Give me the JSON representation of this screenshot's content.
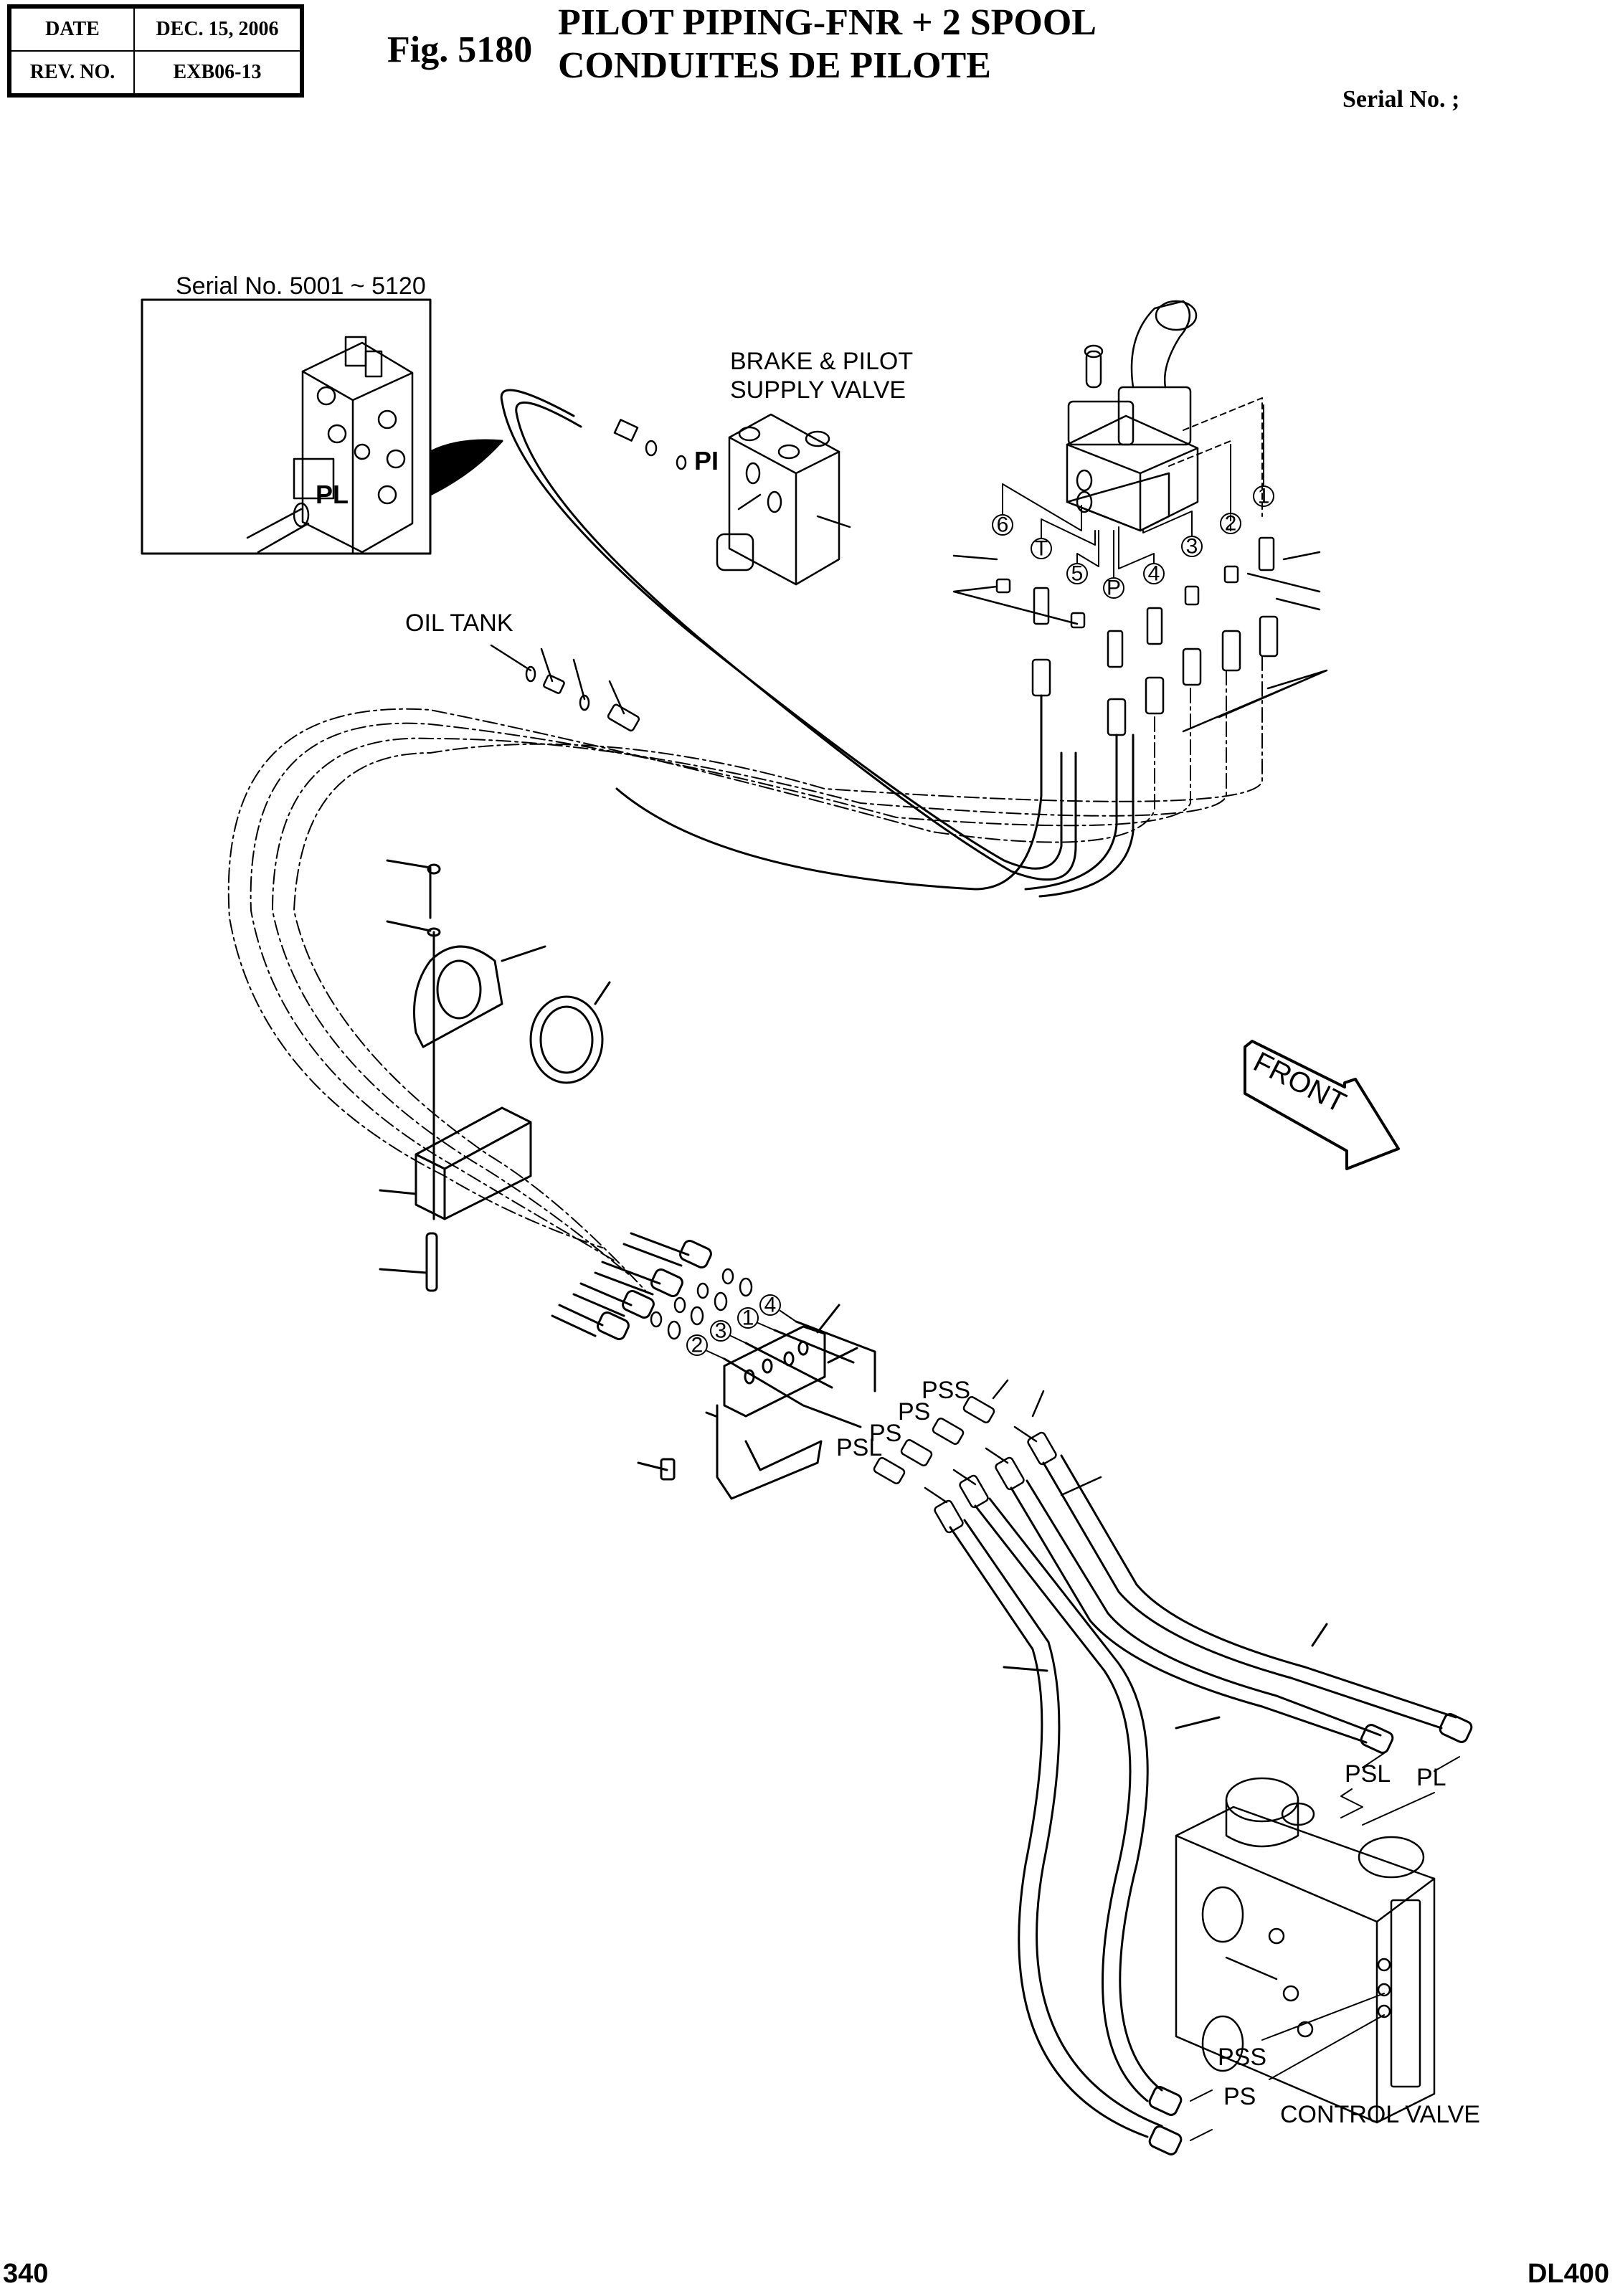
{
  "header": {
    "date_label": "DATE",
    "date_value": "DEC. 15, 2006",
    "rev_label": "REV. NO.",
    "rev_value": "EXB06-13",
    "figure_number": "Fig. 5180",
    "title_en": "PILOT PIPING-FNR + 2 SPOOL",
    "title_fr": "CONDUITES DE PILOTE",
    "serial_label": "Serial No. ;"
  },
  "inset": {
    "caption": "Serial No. 5001 ~ 5120",
    "port_label": "PL"
  },
  "labels": {
    "brake_valve_line1": "BRAKE & PILOT",
    "brake_valve_line2": "SUPPLY VALVE",
    "brake_port": "PI",
    "oil_tank": "OIL TANK",
    "front": "FRONT",
    "control_valve": "CONTROL VALVE"
  },
  "joystick_ports": [
    "6",
    "T",
    "5",
    "P",
    "4",
    "3",
    "2",
    "1"
  ],
  "bracket_ports": [
    "4",
    "1",
    "3",
    "2"
  ],
  "line_tags_mid": [
    "PSS",
    "PS",
    "PS",
    "PSL"
  ],
  "control_valve_ports": {
    "psl": "PSL",
    "pl": "PL",
    "pss": "PSS",
    "ps": "PS"
  },
  "footer": {
    "page": "340",
    "model": "DL400"
  }
}
